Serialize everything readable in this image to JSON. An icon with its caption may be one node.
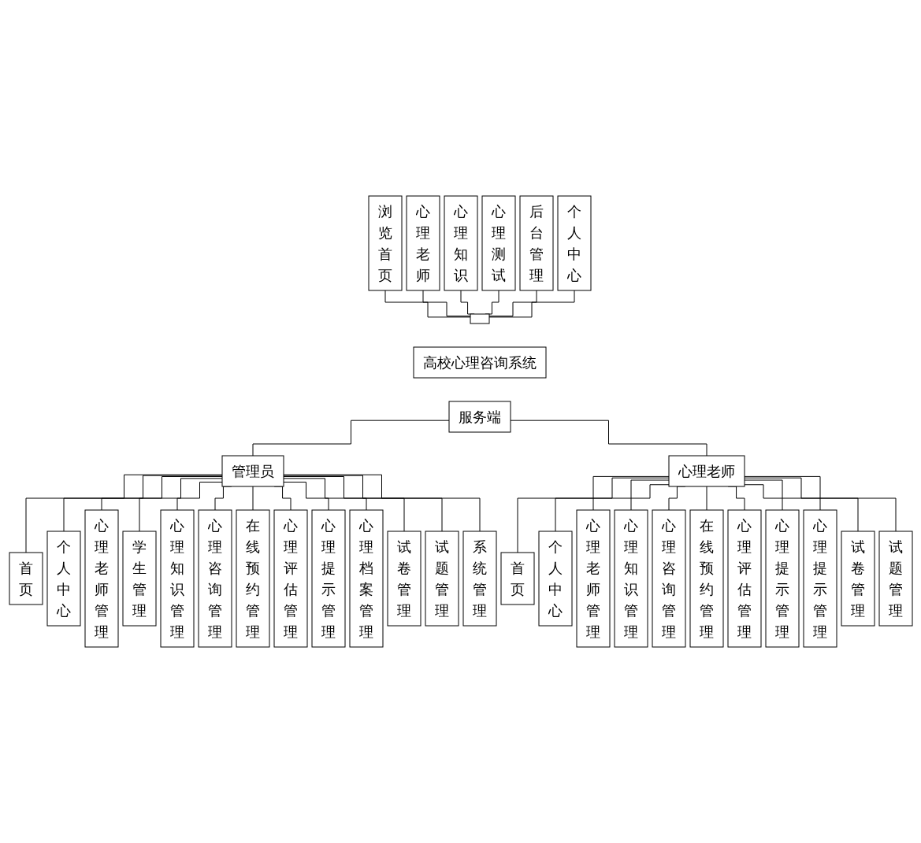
{
  "diagram": {
    "nodes": [
      {
        "text": [
          "浏览首页"
        ]
      },
      {
        "text": [
          "心理老师"
        ]
      },
      {
        "text": [
          "心理知识"
        ]
      },
      {
        "text": [
          "心理测试"
        ]
      },
      {
        "text": [
          "后台管理"
        ]
      },
      {
        "text": [
          "个人中心"
        ]
      },
      {
        "text": [],
        "shape": "box"
      },
      {
        "text": [
          "高校心理咨询系统"
        ]
      },
      {
        "text": [
          "服务端"
        ]
      },
      {
        "text": [
          "管理员"
        ]
      },
      {
        "text": [
          "心理老师"
        ]
      },
      {
        "text": [
          "首页"
        ]
      },
      {
        "text": [
          "个人中心"
        ]
      },
      {
        "text": [
          "心理老师管理"
        ]
      },
      {
        "text": [
          "学生管理"
        ]
      },
      {
        "text": [
          "心理知识管理"
        ]
      },
      {
        "text": [
          "心理咨询管理"
        ]
      },
      {
        "text": [
          "在线预约管理"
        ]
      },
      {
        "text": [
          "心理评估管理"
        ]
      },
      {
        "text": [
          "心理提示管理"
        ]
      },
      {
        "text": [
          "心理档案管理"
        ]
      },
      {
        "text": [
          "试卷管理"
        ]
      },
      {
        "text": [
          "试题管理"
        ]
      },
      {
        "text": [
          "系统管理"
        ]
      },
      {
        "text": [
          "首页"
        ]
      },
      {
        "text": [
          "个人中心"
        ]
      },
      {
        "text": [
          "心理老师管理"
        ]
      },
      {
        "text": [
          "心理知识管理"
        ]
      },
      {
        "text": [
          "心理咨询管理"
        ]
      },
      {
        "text": [
          "在线预约管理"
        ]
      },
      {
        "text": [
          "心理评估管理"
        ]
      },
      {
        "text": [
          "心理提示管理"
        ]
      },
      {
        "text": [
          "心理提示管理"
        ]
      },
      {
        "text": [
          "试卷管理"
        ]
      },
      {
        "text": [
          "试题管理"
        ]
      }
    ],
    "edges": [
      {
        "from": 0,
        "to": 6,
        "arrow": "none"
      },
      {
        "from": 1,
        "to": 6,
        "arrow": "none"
      },
      {
        "from": 2,
        "to": 6,
        "arrow": "none"
      },
      {
        "from": 3,
        "to": 6,
        "arrow": "none"
      },
      {
        "from": 4,
        "to": 6,
        "arrow": "none"
      },
      {
        "from": 5,
        "to": 6,
        "arrow": "none"
      },
      {
        "from": 8,
        "to": 9,
        "arrow": "none"
      },
      {
        "from": 8,
        "to": 10,
        "arrow": "none"
      },
      {
        "from": 9,
        "to": 11,
        "arrow": "none"
      },
      {
        "from": 9,
        "to": 12,
        "arrow": "none"
      },
      {
        "from": 9,
        "to": 13,
        "arrow": "none"
      },
      {
        "from": 9,
        "to": 14,
        "arrow": "none"
      },
      {
        "from": 9,
        "to": 15,
        "arrow": "none"
      },
      {
        "from": 9,
        "to": 16,
        "arrow": "none"
      },
      {
        "from": 9,
        "to": 17,
        "arrow": "none"
      },
      {
        "from": 9,
        "to": 18,
        "arrow": "none"
      },
      {
        "from": 9,
        "to": 19,
        "arrow": "none"
      },
      {
        "from": 9,
        "to": 20,
        "arrow": "none"
      },
      {
        "from": 9,
        "to": 21,
        "arrow": "none"
      },
      {
        "from": 9,
        "to": 22,
        "arrow": "none"
      },
      {
        "from": 9,
        "to": 23,
        "arrow": "none"
      },
      {
        "from": 10,
        "to": 24,
        "arrow": "none"
      },
      {
        "from": 10,
        "to": 25,
        "arrow": "none"
      },
      {
        "from": 10,
        "to": 26,
        "arrow": "none"
      },
      {
        "from": 10,
        "to": 27,
        "arrow": "none"
      },
      {
        "from": 10,
        "to": 28,
        "arrow": "none"
      },
      {
        "from": 10,
        "to": 29,
        "arrow": "none"
      },
      {
        "from": 10,
        "to": 30,
        "arrow": "none"
      },
      {
        "from": 10,
        "to": 31,
        "arrow": "none"
      },
      {
        "from": 10,
        "to": 32,
        "arrow": "none"
      },
      {
        "from": 10,
        "to": 33,
        "arrow": "none"
      },
      {
        "from": 10,
        "to": 34,
        "arrow": "none"
      }
    ]
  }
}
